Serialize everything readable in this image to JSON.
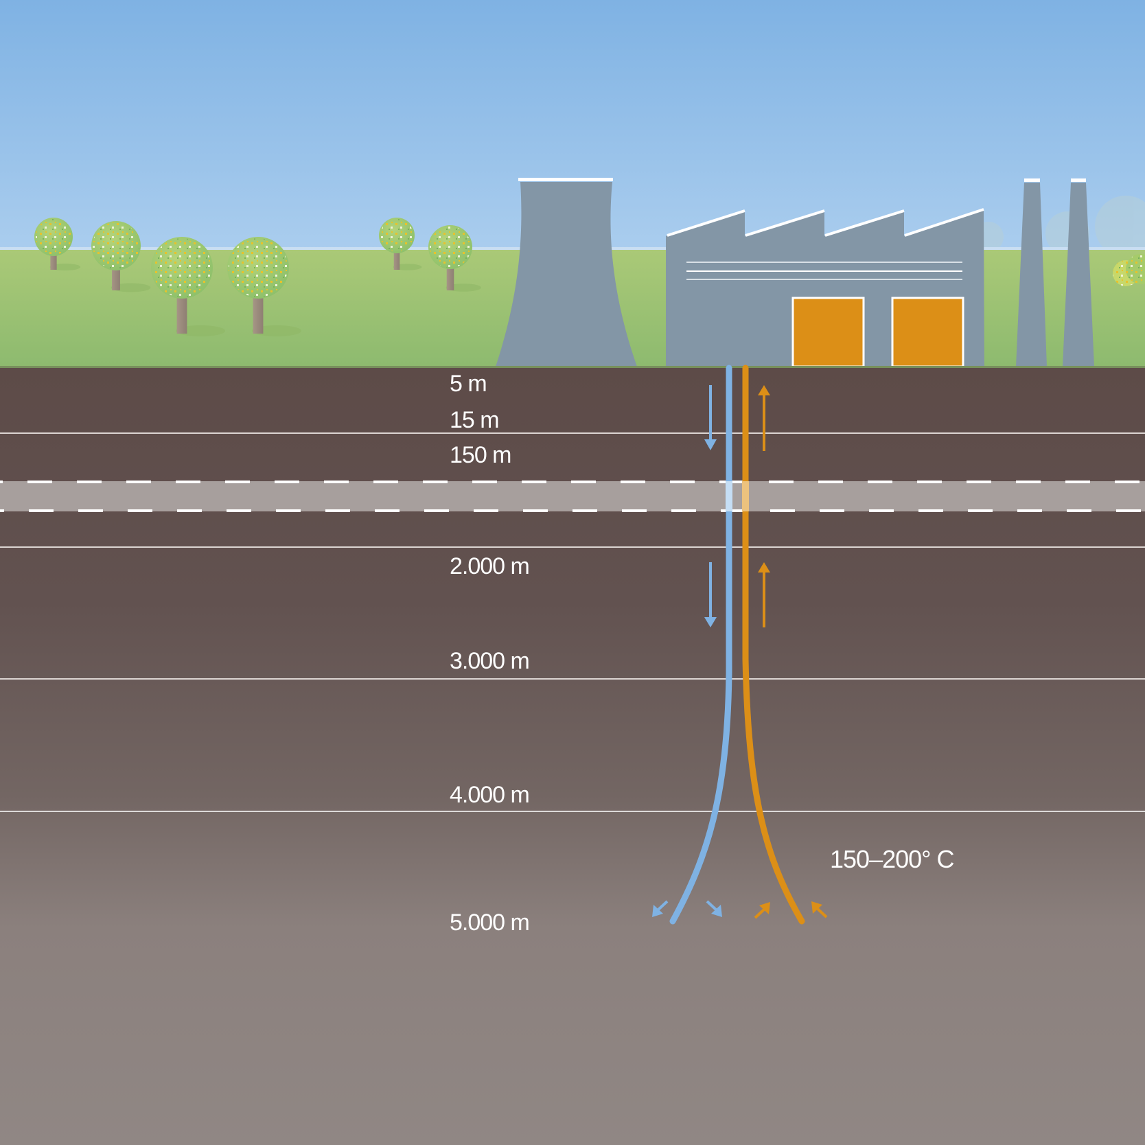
{
  "diagram": {
    "title": "Deep geothermal energy (petrothermal) schematic",
    "depth_labels": [
      "5 m",
      "15 m",
      "150 m",
      "2.000 m",
      "3.000 m",
      "4.000 m",
      "5.000 m"
    ],
    "temperature_label": "150–200° C",
    "surface": {
      "elements": [
        "trees",
        "cooling-tower",
        "factory-building",
        "chimneys"
      ],
      "factory_windows": 2
    },
    "pipes": [
      {
        "name": "injection-well",
        "flow": "down",
        "medium": "cold water"
      },
      {
        "name": "production-well",
        "flow": "up",
        "medium": "hot water"
      }
    ],
    "layers": [
      "topsoil",
      "near-surface",
      "groundwater-aquifer",
      "bedrock"
    ],
    "colors": {
      "sky_top": "#7fb2e3",
      "sky_bottom": "#aacdee",
      "grass_top": "#a9c877",
      "grass_bottom": "#8fbb6e",
      "building": "#8396a6",
      "window": "#dc8f17",
      "soil_top": "#5d4b48",
      "soil_bottom": "#908784",
      "aquifer_band": "#a79f9d",
      "cold_pipe": "#7fb2e3",
      "hot_pipe": "#dc8f17",
      "layer_line": "#ddd6d3"
    }
  }
}
